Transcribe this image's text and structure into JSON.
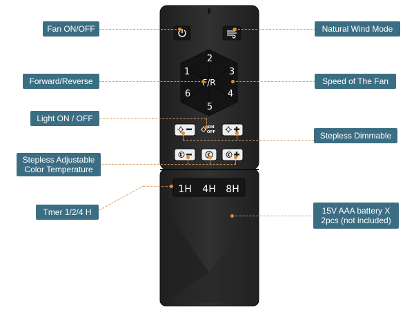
{
  "callouts": {
    "fan_on_off": "Fan ON/OFF",
    "natural_wind_mode": "Natural Wind Mode",
    "forward_reverse": "Forward/Reverse",
    "speed_of_fan": "Speed of The Fan",
    "light_on_off": "Light ON / OFF",
    "stepless_dimmable": "Stepless Dimmable",
    "stepless_color_temp": "Stepless Adjustable\nColor Temperature",
    "timer": "Tmer 1/2/4 H",
    "battery": "15V AAA battery X\n2pcs (not included)"
  },
  "remote": {
    "speed_keys": [
      "1",
      "2",
      "3",
      "4",
      "5",
      "6"
    ],
    "direction_key": "F/R",
    "light_key_top": "ON",
    "light_key_bottom": "OFF",
    "timer_keys": [
      "1H",
      "4H",
      "8H"
    ]
  },
  "colors": {
    "callout_bg": "#3c6e83",
    "leader": "#e58a2e",
    "remote_body": "#2b2b2b",
    "remote_edge": "#1a1a1a",
    "button_face": "#1b1b1b"
  }
}
